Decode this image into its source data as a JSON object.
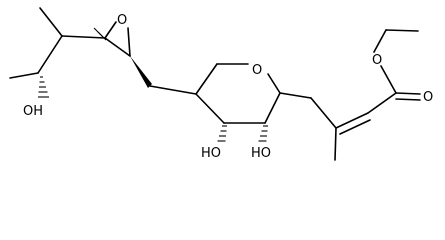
{
  "diagram": {
    "type": "chemical-structure",
    "atoms": {
      "oxygen_epoxide": "O",
      "oxygen_hydroxyl_top": "OH",
      "oxygen_ring": "O",
      "oxygen_hydroxyl_left": "HO",
      "oxygen_hydroxyl_right": "HO",
      "oxygen_ester": "O",
      "oxygen_carbonyl": "O"
    },
    "colors": {
      "bond": "#000000",
      "background": "#ffffff"
    }
  }
}
